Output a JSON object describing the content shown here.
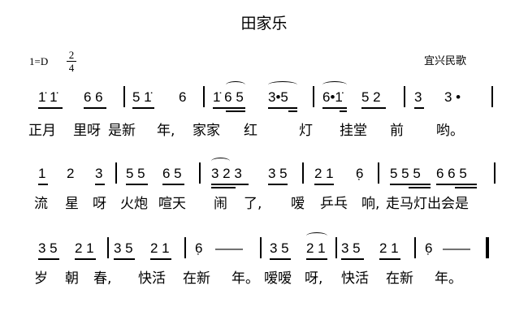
{
  "title": "田家乐",
  "key": "1=D",
  "time_signature": {
    "numerator": "2",
    "denominator": "4"
  },
  "source": "宜兴民歌",
  "rows": [
    {
      "groups": [
        "1̇ 1̇",
        "6 6",
        "5 1̇",
        "6",
        "1̇ 6 5",
        "3•5",
        "6•1̇",
        "5 2",
        "3",
        "3 •"
      ],
      "lyrics": [
        "正月",
        "里呀",
        "是新",
        "年,",
        "家家",
        "红",
        "灯",
        "挂堂",
        "前",
        "哟。"
      ]
    },
    {
      "groups": [
        "1",
        "2",
        "3",
        "5 5",
        "6 5",
        "3 2 3",
        "3 5",
        "2 1",
        "6̣",
        "5 5 5",
        "6 6 5"
      ],
      "lyrics": [
        "流",
        "星",
        "呀",
        "火炮",
        "喧天",
        "闹",
        "了,",
        "嗳",
        "乒乓",
        "响,",
        "走马灯出会是"
      ]
    },
    {
      "groups": [
        "3 5",
        "2 1",
        "3 5",
        "2 1",
        "6̣",
        "——",
        "3 5",
        "2 1",
        "3 5",
        "2 1",
        "6̣",
        "——"
      ],
      "lyrics": [
        "岁",
        "朝",
        "春,",
        "快活",
        "在新",
        "年。",
        "嗳嗳",
        "呀,",
        "快活",
        "在新",
        "年。"
      ]
    }
  ]
}
